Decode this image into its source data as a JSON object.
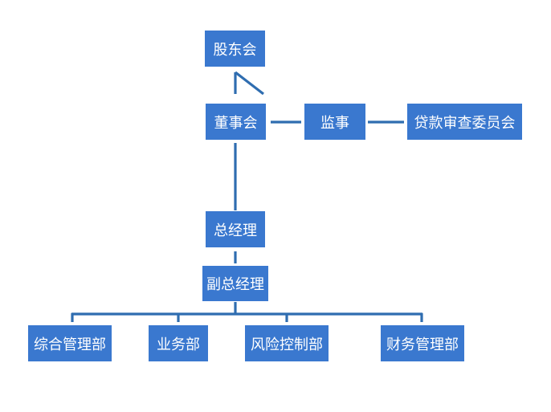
{
  "diagram": {
    "nodes": {
      "shareholders": "股东会",
      "board": "董事会",
      "supervisor": "监事",
      "loan_committee": "贷款审查委员会",
      "general_manager": "总经理",
      "deputy_manager": "副总经理",
      "departments": [
        "综合管理部",
        "业务部",
        "风险控制部",
        "财务管理部"
      ]
    },
    "colors": {
      "box_fill": "#3a78cf",
      "line": "#2f6db0",
      "text": "#ffffff"
    }
  }
}
